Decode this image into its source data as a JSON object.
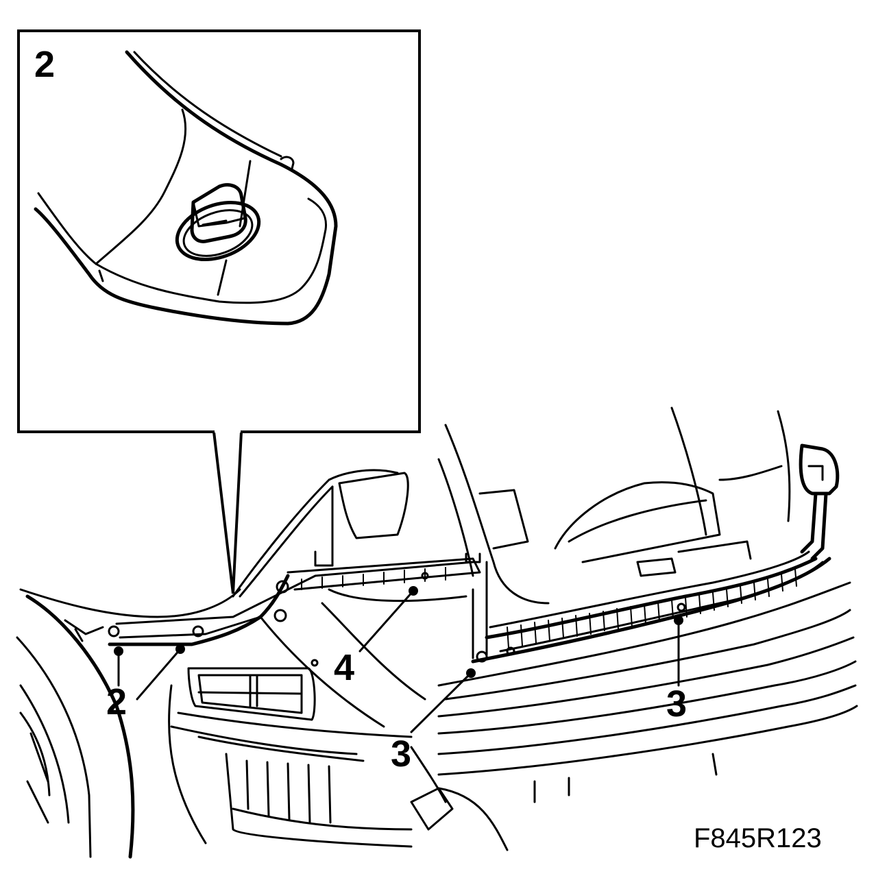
{
  "inset": {
    "label": "2"
  },
  "callouts": [
    {
      "id": "clip-left-a",
      "label": "2"
    },
    {
      "id": "clip-right-a",
      "label": "4"
    },
    {
      "id": "clip-bumper-a",
      "label": "3"
    },
    {
      "id": "clip-bumper-b",
      "label": "3"
    }
  ],
  "figure_code": "F845R123"
}
